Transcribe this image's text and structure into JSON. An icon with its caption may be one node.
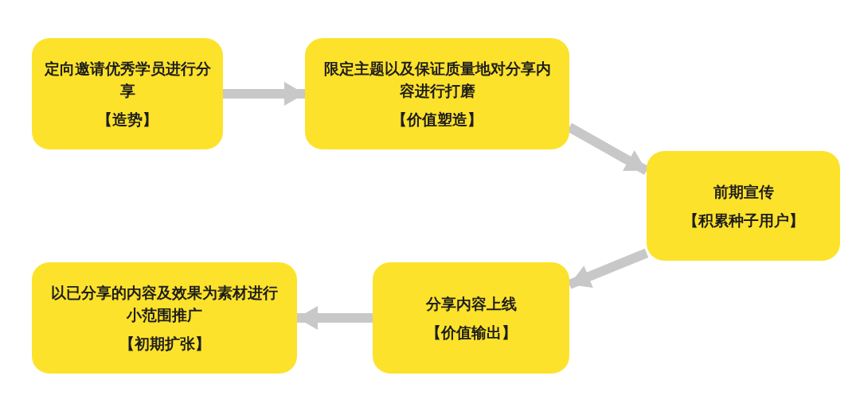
{
  "diagram": {
    "nodes": [
      {
        "text": [
          "定向邀请优秀学员进行分享",
          "【造势】"
        ]
      },
      {
        "text": [
          "限定主题以及保证质量地对分享内容进行打磨",
          "【价值塑造】"
        ]
      },
      {
        "text": [
          "前期宣传",
          "【积累种子用户】"
        ]
      },
      {
        "text": [
          "分享内容上线",
          "【价值输出】"
        ]
      },
      {
        "text": [
          "以已分享的内容及效果为素材进行小范围推广",
          "【初期扩张】"
        ]
      }
    ],
    "edges": [
      {
        "from": 0,
        "to": 1,
        "arrow": "to"
      },
      {
        "from": 1,
        "to": 2,
        "arrow": "to"
      },
      {
        "from": 2,
        "to": 3,
        "arrow": "to"
      },
      {
        "from": 3,
        "to": 4,
        "arrow": "to"
      }
    ]
  }
}
